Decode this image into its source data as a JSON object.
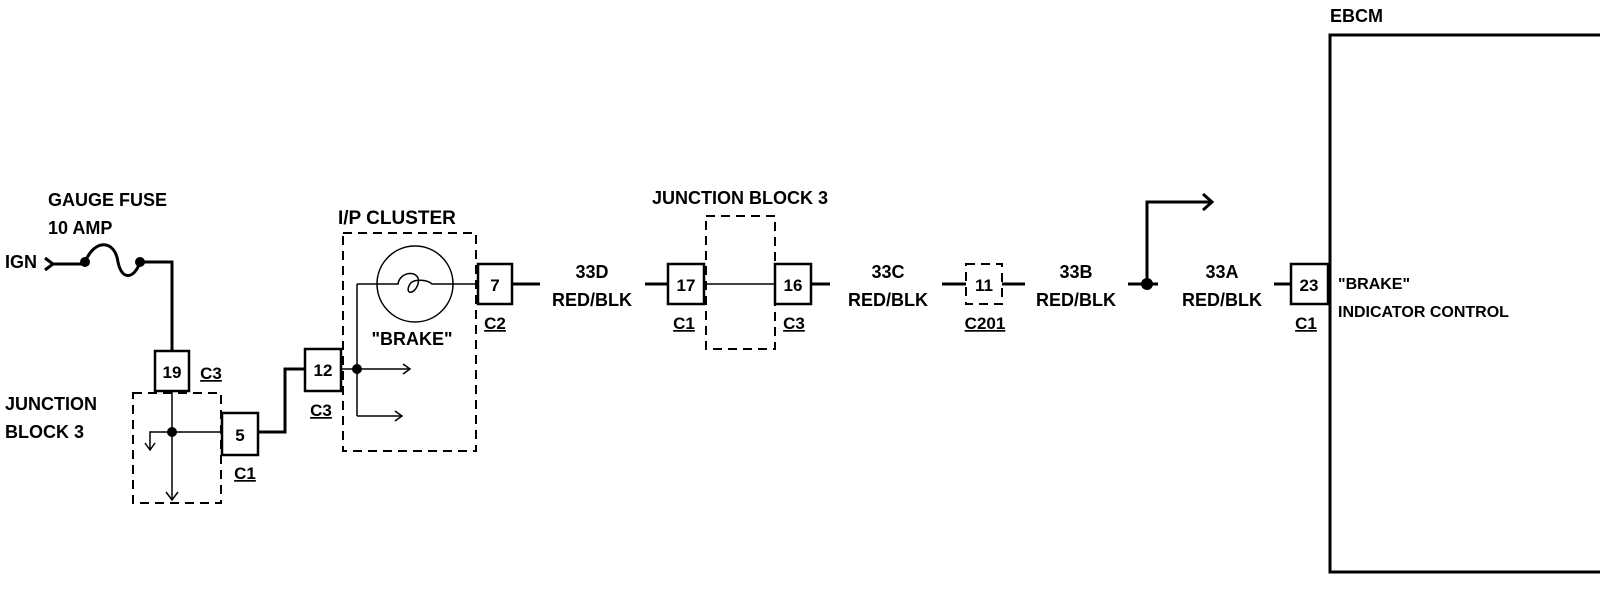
{
  "fuse": {
    "name": "GAUGE FUSE",
    "rating": "10 AMP",
    "source": "IGN"
  },
  "junction_block_left": {
    "line1": "JUNCTION",
    "line2": "BLOCK 3",
    "pin_top": "19",
    "pin_top_conn": "C3",
    "pin_right": "5",
    "pin_right_conn": "C1"
  },
  "cluster": {
    "title": "I/P CLUSTER",
    "lamp_label": "\"BRAKE\"",
    "pin_in": "12",
    "pin_in_conn": "C3",
    "pin_out": "7",
    "pin_out_conn": "C2"
  },
  "wires": {
    "w33d": {
      "id": "33D",
      "color": "RED/BLK"
    },
    "w33c": {
      "id": "33C",
      "color": "RED/BLK"
    },
    "w33b": {
      "id": "33B",
      "color": "RED/BLK"
    },
    "w33a": {
      "id": "33A",
      "color": "RED/BLK"
    }
  },
  "junction_block_mid": {
    "title": "JUNCTION BLOCK 3",
    "pin_left": "17",
    "pin_left_conn": "C1",
    "pin_right": "16",
    "pin_right_conn": "C3"
  },
  "inline_connector": {
    "pin": "11",
    "conn": "C201"
  },
  "ebcm": {
    "title": "EBCM",
    "pin": "23",
    "pin_conn": "C1",
    "line1": "\"BRAKE\"",
    "line2": "INDICATOR CONTROL"
  }
}
